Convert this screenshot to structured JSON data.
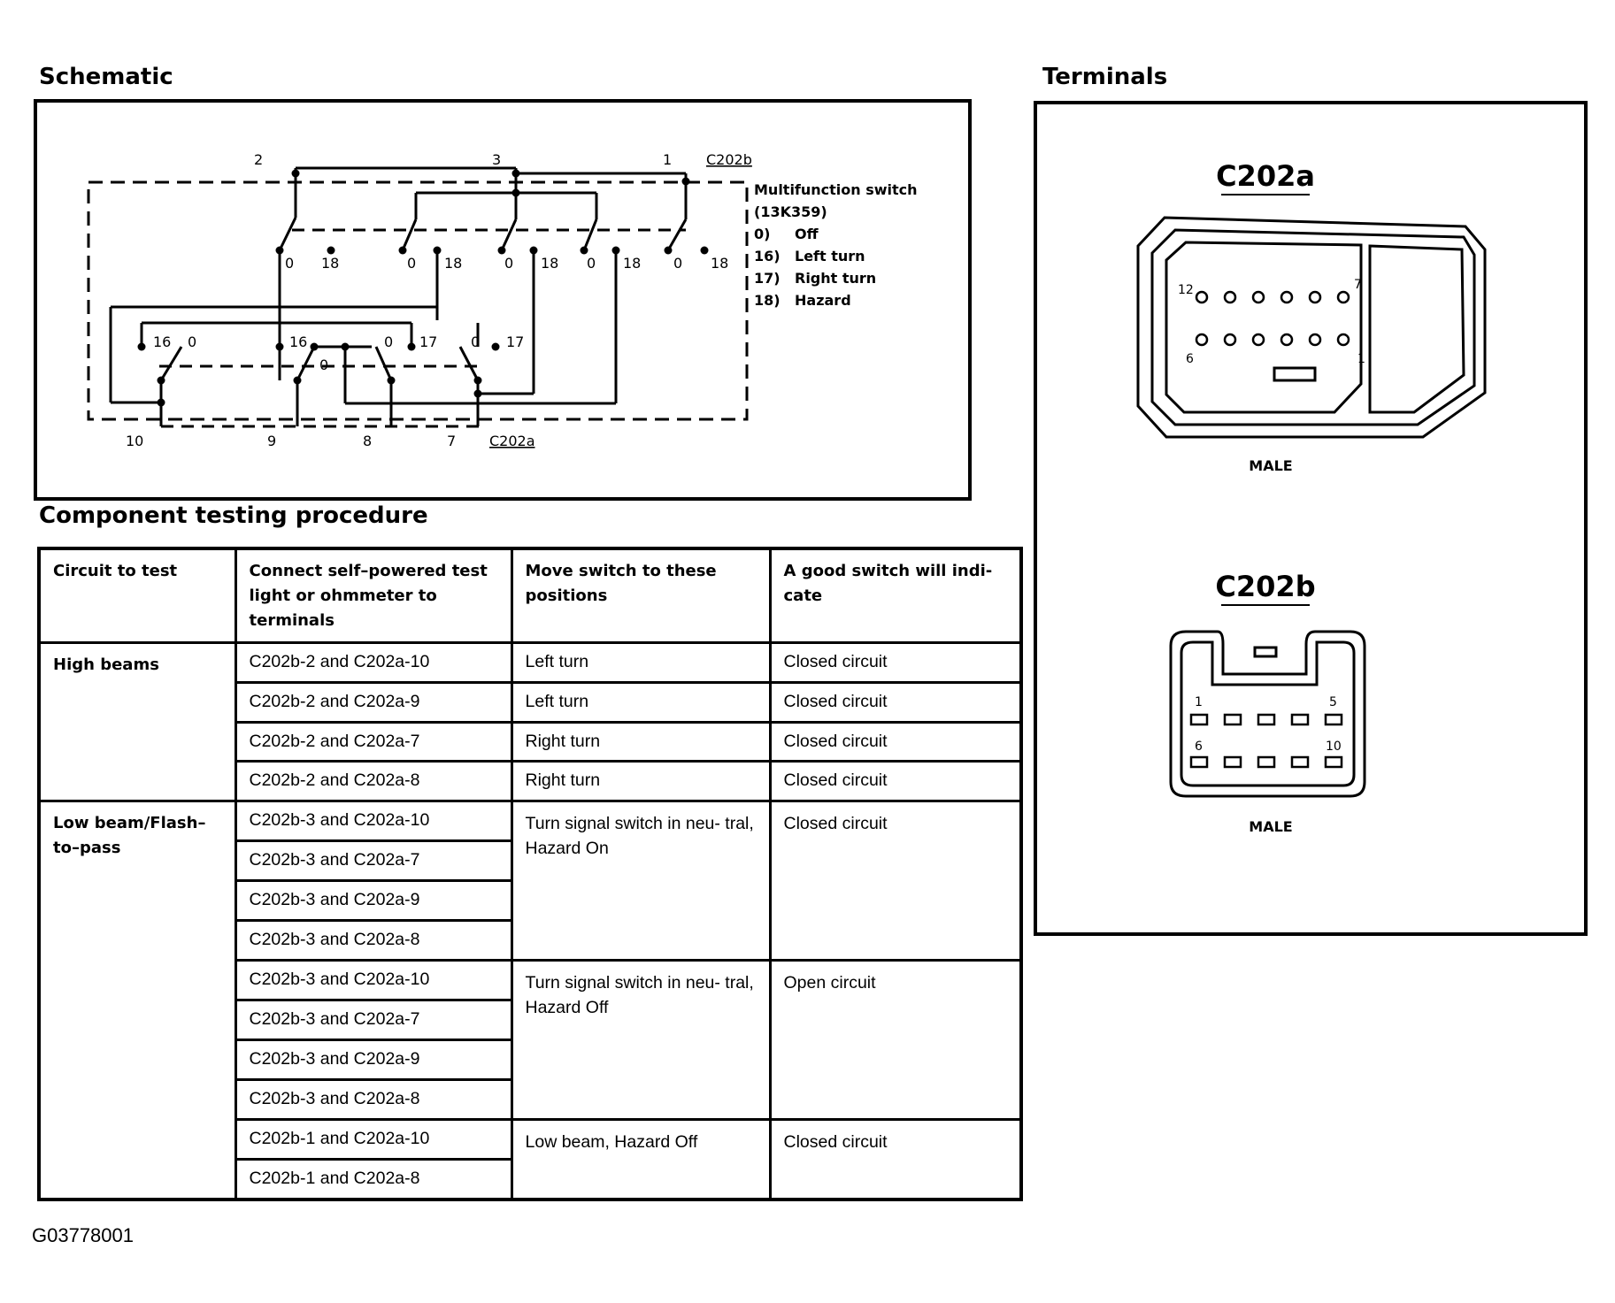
{
  "schematic": {
    "heading": "Schematic",
    "c202b_label": "C202b",
    "c202a_label": "C202a",
    "top_pins": [
      "2",
      "3",
      "1"
    ],
    "bottom_pins": [
      "10",
      "9",
      "8",
      "7"
    ],
    "legend": [
      "Multifunction switch",
      "(13K359)",
      "0)",
      "Off",
      "16)",
      "Left turn",
      "17)",
      "Right turn",
      "18)",
      "Hazard"
    ],
    "upper_contacts": [
      "0",
      "18"
    ],
    "lower_contacts": [
      "16",
      "0",
      "17"
    ]
  },
  "terminals": {
    "heading": "Terminals",
    "c202a": {
      "title": "C202a",
      "pin_labels": [
        "12",
        "7",
        "6",
        "1"
      ],
      "gender": "MALE"
    },
    "c202b": {
      "title": "C202b",
      "pin_labels": [
        "1",
        "5",
        "6",
        "10"
      ],
      "gender": "MALE"
    }
  },
  "procedure": {
    "heading": "Component testing procedure",
    "headers": [
      "Circuit to test",
      "Connect self–powered test light or ohmmeter to terminals",
      "Move switch to these positions",
      "A good switch will indi- cate"
    ],
    "high_beams": {
      "circuit": "High beams",
      "rows": [
        {
          "terminals": "C202b-2 and C202a-10",
          "position": "Left turn",
          "result": "Closed circuit"
        },
        {
          "terminals": "C202b-2 and C202a-9",
          "position": "Left turn",
          "result": "Closed circuit"
        },
        {
          "terminals": "C202b-2 and C202a-7",
          "position": "Right turn",
          "result": "Closed circuit"
        },
        {
          "terminals": "C202b-2 and C202a-8",
          "position": "Right turn",
          "result": "Closed circuit"
        }
      ]
    },
    "low_beam": {
      "circuit": "Low beam/Flash–to–pass",
      "groups": [
        {
          "position": "Turn signal switch in neu- tral, Hazard On",
          "result": "Closed circuit",
          "terminals": [
            "C202b-3 and C202a-10",
            "C202b-3 and C202a-7",
            "C202b-3 and C202a-9",
            "C202b-3 and C202a-8"
          ]
        },
        {
          "position": "Turn signal switch in neu- tral, Hazard Off",
          "result": "Open circuit",
          "terminals": [
            "C202b-3 and C202a-10",
            "C202b-3 and C202a-7",
            "C202b-3 and C202a-9",
            "C202b-3 and C202a-8"
          ]
        },
        {
          "position": "Low beam, Hazard Off",
          "result": "Closed circuit",
          "terminals": [
            "C202b-1 and C202a-10",
            "C202b-1 and C202a-8"
          ]
        }
      ]
    }
  },
  "figure_id": "G03778001"
}
